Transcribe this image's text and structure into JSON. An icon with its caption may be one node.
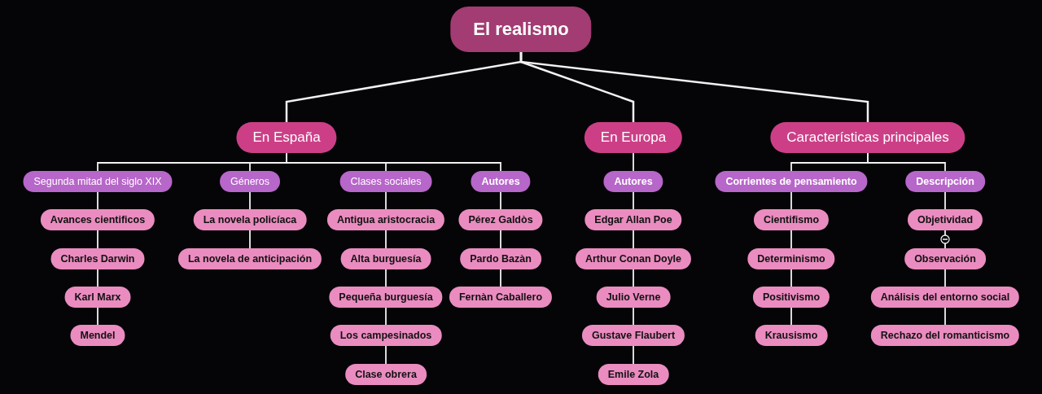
{
  "diagram": {
    "nodes": [
      {
        "text": [
          "El realismo"
        ]
      },
      {
        "text": [
          "En España"
        ]
      },
      {
        "text": [
          "En Europa"
        ]
      },
      {
        "text": [
          "Características principales"
        ]
      },
      {
        "text": [
          "Segunda mitad del siglo XIX"
        ]
      },
      {
        "text": [
          "Avances cientificos"
        ]
      },
      {
        "text": [
          "Charles Darwin"
        ]
      },
      {
        "text": [
          "Karl Marx"
        ]
      },
      {
        "text": [
          "Mendel"
        ]
      },
      {
        "text": [
          "Géneros"
        ]
      },
      {
        "text": [
          "La novela policíaca"
        ]
      },
      {
        "text": [
          "La novela de anticipación"
        ]
      },
      {
        "text": [
          "Clases sociales"
        ]
      },
      {
        "text": [
          "Antigua aristocracia"
        ]
      },
      {
        "text": [
          "Alta burguesía"
        ]
      },
      {
        "text": [
          "Pequeña burguesía"
        ]
      },
      {
        "text": [
          "Los campesinados"
        ]
      },
      {
        "text": [
          "Clase obrera"
        ]
      },
      {
        "text": [
          "Autores"
        ]
      },
      {
        "text": [
          "Pérez Galdòs"
        ]
      },
      {
        "text": [
          "Pardo Bazàn"
        ]
      },
      {
        "text": [
          "Fernàn Caballero"
        ]
      },
      {
        "text": [
          "Autores"
        ]
      },
      {
        "text": [
          "Edgar Allan Poe"
        ]
      },
      {
        "text": [
          "Arthur Conan Doyle"
        ]
      },
      {
        "text": [
          "Julio Verne"
        ]
      },
      {
        "text": [
          "Gustave Flaubert"
        ]
      },
      {
        "text": [
          "Emile Zola"
        ]
      },
      {
        "text": [
          "Corrientes de pensamiento"
        ]
      },
      {
        "text": [
          "Cientifismo"
        ]
      },
      {
        "text": [
          "Determinismo"
        ]
      },
      {
        "text": [
          "Positivismo"
        ]
      },
      {
        "text": [
          "Krausismo"
        ]
      },
      {
        "text": [
          "Descripción"
        ]
      },
      {
        "text": [
          "Objetividad"
        ]
      },
      {
        "text": [
          "Observación"
        ]
      },
      {
        "text": [
          "Análisis del entorno social"
        ]
      },
      {
        "text": [
          "Rechazo del romanticismo"
        ]
      }
    ],
    "edges": [
      {
        "from": 0,
        "to": 1,
        "arrow": "none"
      },
      {
        "from": 0,
        "to": 2,
        "arrow": "none"
      },
      {
        "from": 0,
        "to": 3,
        "arrow": "none"
      },
      {
        "from": 1,
        "to": 4,
        "arrow": "none"
      },
      {
        "from": 4,
        "to": 5,
        "arrow": "none"
      },
      {
        "from": 5,
        "to": 6,
        "arrow": "none"
      },
      {
        "from": 6,
        "to": 7,
        "arrow": "none"
      },
      {
        "from": 7,
        "to": 8,
        "arrow": "none"
      },
      {
        "from": 1,
        "to": 9,
        "arrow": "none"
      },
      {
        "from": 9,
        "to": 10,
        "arrow": "none"
      },
      {
        "from": 10,
        "to": 11,
        "arrow": "none"
      },
      {
        "from": 1,
        "to": 12,
        "arrow": "none"
      },
      {
        "from": 12,
        "to": 13,
        "arrow": "none"
      },
      {
        "from": 13,
        "to": 14,
        "arrow": "none"
      },
      {
        "from": 14,
        "to": 15,
        "arrow": "none"
      },
      {
        "from": 15,
        "to": 16,
        "arrow": "none"
      },
      {
        "from": 16,
        "to": 17,
        "arrow": "none"
      },
      {
        "from": 1,
        "to": 18,
        "arrow": "none"
      },
      {
        "from": 18,
        "to": 19,
        "arrow": "none"
      },
      {
        "from": 19,
        "to": 20,
        "arrow": "none"
      },
      {
        "from": 20,
        "to": 21,
        "arrow": "none"
      },
      {
        "from": 2,
        "to": 22,
        "arrow": "none"
      },
      {
        "from": 22,
        "to": 23,
        "arrow": "none"
      },
      {
        "from": 23,
        "to": 24,
        "arrow": "none"
      },
      {
        "from": 24,
        "to": 25,
        "arrow": "none"
      },
      {
        "from": 25,
        "to": 26,
        "arrow": "none"
      },
      {
        "from": 26,
        "to": 27,
        "arrow": "none"
      },
      {
        "from": 3,
        "to": 28,
        "arrow": "none"
      },
      {
        "from": 28,
        "to": 29,
        "arrow": "none"
      },
      {
        "from": 29,
        "to": 30,
        "arrow": "none"
      },
      {
        "from": 30,
        "to": 31,
        "arrow": "none"
      },
      {
        "from": 31,
        "to": 32,
        "arrow": "none"
      },
      {
        "from": 3,
        "to": 33,
        "arrow": "none"
      },
      {
        "from": 33,
        "to": 34,
        "arrow": "none"
      },
      {
        "from": 34,
        "to": 35,
        "arrow": "other"
      },
      {
        "from": 35,
        "to": 36,
        "arrow": "none"
      },
      {
        "from": 36,
        "to": 37,
        "arrow": "none"
      }
    ]
  }
}
